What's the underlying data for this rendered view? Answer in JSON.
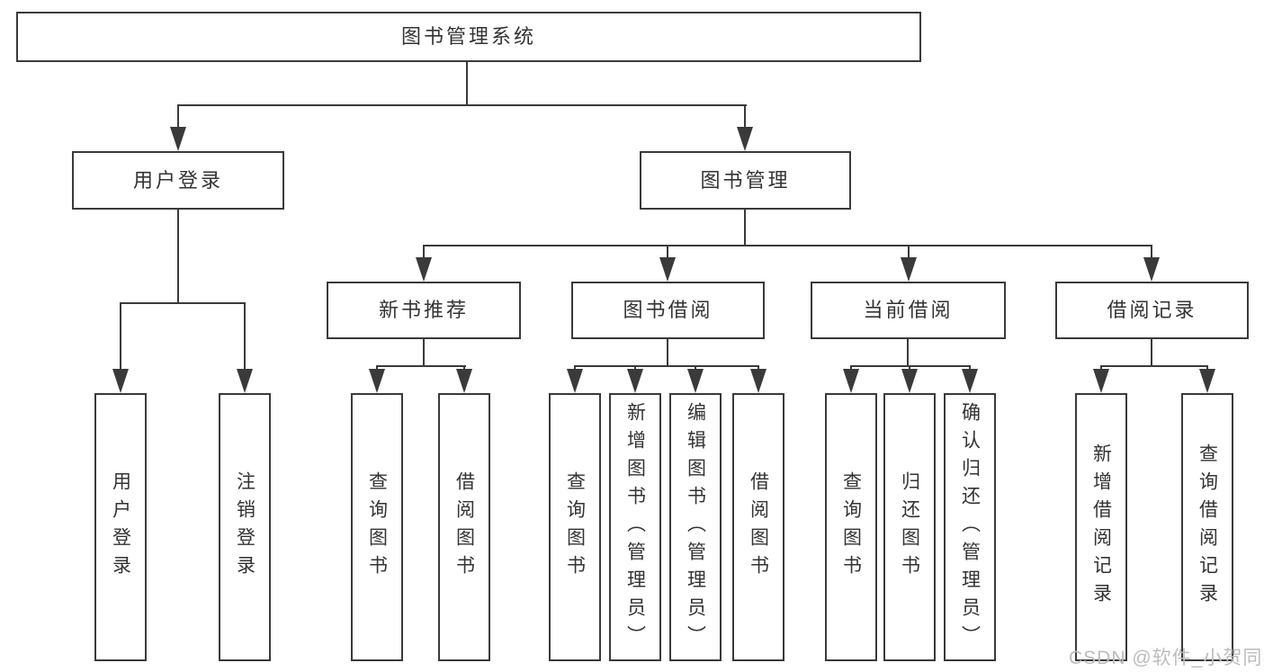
{
  "diagram": {
    "title": "图书管理系统",
    "type": "hierarchy-tree",
    "colors": {
      "line": "#3a3a3a",
      "box_border": "#3a3a3a",
      "text": "#333333",
      "background": "#ffffff",
      "watermark_text": "#bcbcbc"
    },
    "root": {
      "label": "图书管理系统",
      "children": [
        {
          "label": "用户登录",
          "children": [
            {
              "label": "用户登录"
            },
            {
              "label": "注销登录"
            }
          ]
        },
        {
          "label": "图书管理",
          "children": [
            {
              "label": "新书推荐",
              "children": [
                {
                  "label": "查询图书"
                },
                {
                  "label": "借阅图书"
                }
              ]
            },
            {
              "label": "图书借阅",
              "children": [
                {
                  "label": "查询图书"
                },
                {
                  "label": "新增图书（管理员）"
                },
                {
                  "label": "编辑图书（管理员）"
                },
                {
                  "label": "借阅图书"
                }
              ]
            },
            {
              "label": "当前借阅",
              "children": [
                {
                  "label": "查询图书"
                },
                {
                  "label": "归还图书"
                },
                {
                  "label": "确认归还（管理员）"
                }
              ]
            },
            {
              "label": "借阅记录",
              "children": [
                {
                  "label": "新增借阅记录"
                },
                {
                  "label": "查询借阅记录"
                }
              ]
            }
          ]
        }
      ]
    },
    "watermark": "CSDN @软件_小贺同学"
  }
}
